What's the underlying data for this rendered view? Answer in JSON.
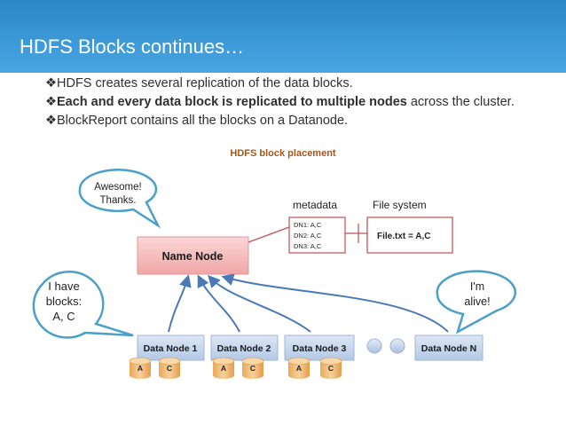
{
  "header": {
    "title": "HDFS  Blocks continues…"
  },
  "bullets": [
    {
      "marker": "❖",
      "bold": "",
      "rest": "HDFS creates several replication of the data blocks."
    },
    {
      "marker": "❖",
      "bold": "Each and every data block is replicated to multiple nodes",
      "rest": " across the cluster."
    },
    {
      "marker": "❖",
      "bold": "",
      "rest": "BlockReport contains all the blocks on a Datanode."
    }
  ],
  "caption": "HDFS block placement",
  "diagram": {
    "name_node": "Name Node",
    "metadata_label": "metadata",
    "metadata_lines": [
      "DN1: A,C",
      "DN2: A,C",
      "DN3: A,C"
    ],
    "filesystem_label": "File system",
    "file_entry": "File.txt = A,C",
    "bubble_awesome": [
      "Awesome!",
      "Thanks."
    ],
    "bubble_blocks": [
      "I have",
      "blocks:",
      "A, C"
    ],
    "bubble_alive": [
      "I'm",
      "alive!"
    ],
    "data_nodes": [
      "Data Node 1",
      "Data Node 2",
      "Data Node 3"
    ],
    "data_node_n": "Data Node N",
    "block_a": "A",
    "block_c": "C"
  },
  "colors": {
    "header_blue": "#3d9ad8",
    "name_node_fill": "#f4b6b6",
    "data_node_fill": "#c6d6ee",
    "block_fill": "#f3c48a",
    "metadata_border": "#c05050",
    "arrow_blue": "#4a79b8",
    "bubble_border": "#4aa0c8",
    "caption_color": "#a4561c"
  }
}
